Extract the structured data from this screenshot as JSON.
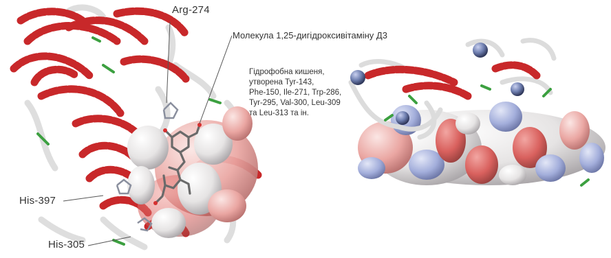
{
  "figure": {
    "labels": {
      "arg274": "Arg-274",
      "molecule": "Молекула 1,25-дигідроксивітаміну Д3",
      "his397": "His-397",
      "his305": "His-305"
    },
    "pocket_description": [
      "Гідрофобна кишеня,",
      "утворена Tyr-143,",
      "Phe-150, Ile-271, Trp-286,",
      "Tyr-295, Val-300, Leu-309",
      "та Leu-313 та ін."
    ],
    "colors": {
      "helix": "#c8282a",
      "coil": "#e2e2e2",
      "strand_green": "#3ca040",
      "surface_white": "#f2f0f0",
      "surface_pink": "#e69a96",
      "surface_red": "#d65c5a",
      "surface_blue": "#9aa6d6",
      "zinc_sphere": "#6f7fb0"
    }
  }
}
